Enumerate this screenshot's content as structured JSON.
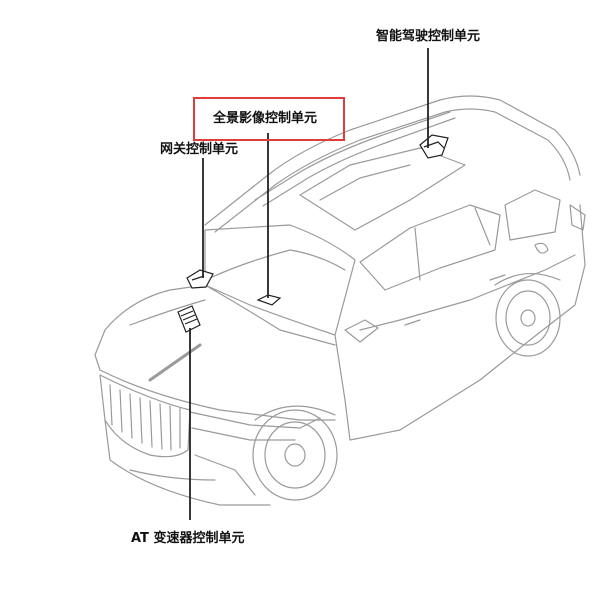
{
  "labels": {
    "adas_unit": "智能驾驶控制单元",
    "surround_view_unit": "全景影像控制单元",
    "gateway_unit": "网关控制单元",
    "transmission_unit": "AT 变速器控制单元"
  },
  "colors": {
    "highlight": "#e03c3c",
    "line": "#222222",
    "car_outline": "#9a9a9a"
  }
}
